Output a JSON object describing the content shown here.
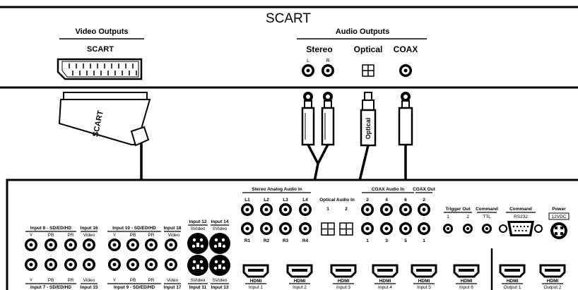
{
  "source_device": {
    "title": "SCART",
    "video_outputs": {
      "heading": "Video Outputs",
      "port_label": "SCART"
    },
    "audio_outputs": {
      "heading": "Audio Outputs",
      "stereo_label": "Stereo",
      "optical_label": "Optical",
      "coax_label": "COAX",
      "left_label": "L",
      "right_label": "R"
    }
  },
  "cables": {
    "scart_plug_label": "SCART",
    "optical_plug_label": "Optical"
  },
  "switcher": {
    "stereo_analog": {
      "heading": "Stereo Analog Audio In",
      "top_labels": [
        "L1",
        "L2",
        "L3",
        "L4"
      ],
      "bottom_labels": [
        "R1",
        "R2",
        "R3",
        "R4"
      ]
    },
    "optical_audio_in": {
      "heading": "Optical Audio In",
      "labels": [
        "1",
        "2"
      ]
    },
    "coax_audio_in": {
      "heading": "COAX Audio In",
      "top_labels": [
        "2",
        "4",
        "6"
      ],
      "bottom_labels": [
        "1",
        "3",
        "5"
      ]
    },
    "coax_out": {
      "heading": "COAX Out",
      "top_label": "2",
      "bottom_label": "1"
    },
    "trigger_out": {
      "heading": "Trigger Out",
      "labels": [
        "1",
        "2"
      ]
    },
    "command_ttl": {
      "heading": "Command",
      "sub": "TTL"
    },
    "command_rs232": {
      "heading": "Command",
      "sub": "RS232"
    },
    "power": {
      "heading": "Power",
      "sub": "12VDC"
    },
    "input8": {
      "heading": "Input 8 - SD/ED/HD",
      "labels": [
        "Y",
        "PB",
        "PR"
      ]
    },
    "input16": {
      "heading": "Input 16",
      "sub": "Video"
    },
    "input10": {
      "heading": "Input 10 - SD/ED/HD",
      "labels": [
        "Y",
        "PB",
        "PR"
      ]
    },
    "input18": {
      "heading": "Input 18",
      "sub": "Video"
    },
    "input12": {
      "heading": "Input 12",
      "sub": "SVideo"
    },
    "input14": {
      "heading": "Input 14",
      "sub": "SVideo"
    },
    "bottom_row": {
      "input7": {
        "labels": [
          "Y",
          "PB",
          "PR"
        ],
        "footer": "Input 7 - SD/ED/HD"
      },
      "input15": {
        "sub": "Video",
        "footer": "Input 15"
      },
      "input9": {
        "labels": [
          "Y",
          "PB",
          "PR"
        ],
        "footer": "Input 9 - SD/ED/HD"
      },
      "input17": {
        "sub": "Video",
        "footer": "Input 17"
      },
      "input11": {
        "sub": "SVideo",
        "footer": "Input 11"
      },
      "input13": {
        "sub": "SVideo",
        "footer": "Input 13"
      }
    },
    "hdmi_ports": [
      {
        "type": "HDMI",
        "label": "Input 1"
      },
      {
        "type": "HDMI",
        "label": "Input 2"
      },
      {
        "type": "HDMI",
        "label": "Input 3"
      },
      {
        "type": "HDMI",
        "label": "Input 4"
      },
      {
        "type": "HDMI",
        "label": "Input 5"
      },
      {
        "type": "HDMI",
        "label": "Input 6"
      },
      {
        "type": "HDMI",
        "label": "Output 1"
      },
      {
        "type": "HDMI",
        "label": "Output 2"
      }
    ]
  }
}
